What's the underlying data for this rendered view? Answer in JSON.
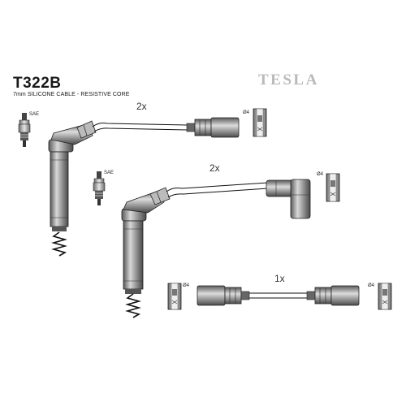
{
  "header": {
    "part_number": "T322B",
    "spec": "7mm SILICONE CABLE - RESISTIVE CORE",
    "brand": "TESLA"
  },
  "cables": [
    {
      "quantity": "2x",
      "plug_standard": "SAE",
      "terminal_size": "Ø4"
    },
    {
      "quantity": "2x",
      "plug_standard": "SAE",
      "terminal_size": "Ø4"
    },
    {
      "quantity": "1x",
      "terminal_size_left": "Ø4",
      "terminal_size_right": "Ø4"
    }
  ],
  "colors": {
    "line": "#1a1a1a",
    "shade": "#9a9a9a",
    "brand": "#b9b9b9"
  }
}
